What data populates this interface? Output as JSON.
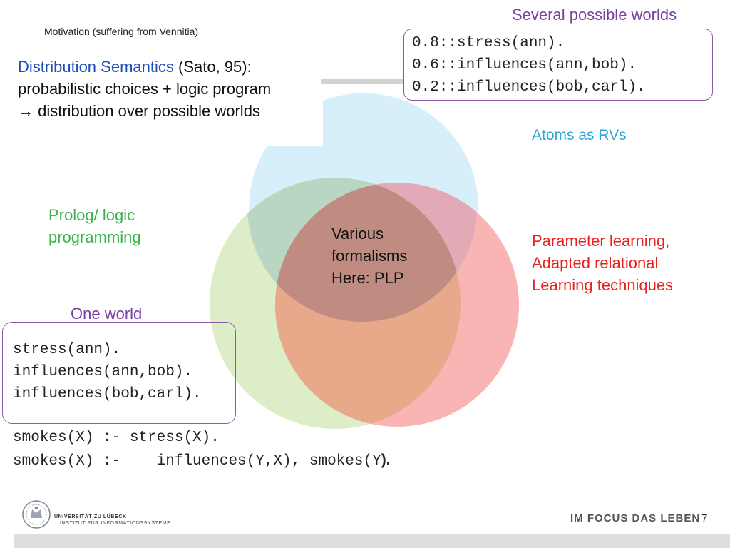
{
  "slide": {
    "subtitle": "Motivation (suffering from Vennitia)",
    "intro": {
      "term": "Distribution Semantics",
      "citation": " (Sato, 95):",
      "line2": "probabilistic choices + logic program",
      "line3": "→ distribution over possible worlds"
    },
    "worlds": {
      "title": "Several possible worlds",
      "facts": [
        "0.8::stress(ann).",
        "0.6::influences(ann,bob).",
        "0.2::influences(bob,carl)."
      ]
    },
    "venn": {
      "circles": [
        "probabilistic",
        "logic-programming",
        "statistical-learning"
      ],
      "colors": {
        "top": "#d7effa",
        "left": "#dcedc8",
        "right": "#f9b4b4",
        "center": "#c08c82"
      },
      "labels": {
        "atoms": "Atoms as RVs",
        "prolog": [
          "Prolog/ logic",
          "programming"
        ],
        "param": [
          "Parameter learning,",
          "Adapted relational",
          "Learning techniques"
        ],
        "center": [
          "Various",
          "formalisms",
          "Here:  PLP"
        ]
      }
    },
    "one_world": {
      "title": "One world",
      "facts": [
        "stress(ann).",
        "influences(ann,bob).",
        "influences(bob,carl)."
      ]
    },
    "rules": {
      "line1": "smokes(X) :- stress(X).",
      "line2_code": "smokes(X) :-    influences(Y,X), smokes(Y",
      "line2_end": ")."
    },
    "footer": {
      "university": "UNIVERSITÄT ZU LÜBECK",
      "institute": "INSTITUT FÜR INFORMATIONSSYSTEME",
      "motto": "IM FOCUS DAS LEBEN",
      "page_number": "7"
    }
  }
}
